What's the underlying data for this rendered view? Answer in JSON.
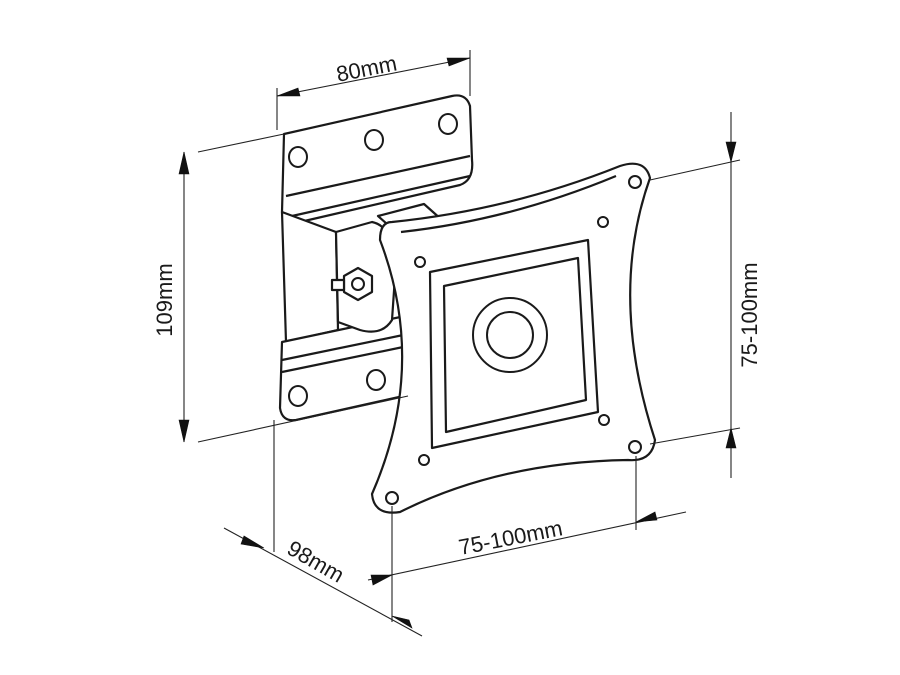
{
  "dimensions": {
    "top_width": "80mm",
    "left_height": "109mm",
    "right_height": "75-100mm",
    "bottom_width": "75-100mm",
    "depth": "98mm"
  },
  "colors": {
    "line": "#1a1a1a",
    "background": "#ffffff"
  }
}
